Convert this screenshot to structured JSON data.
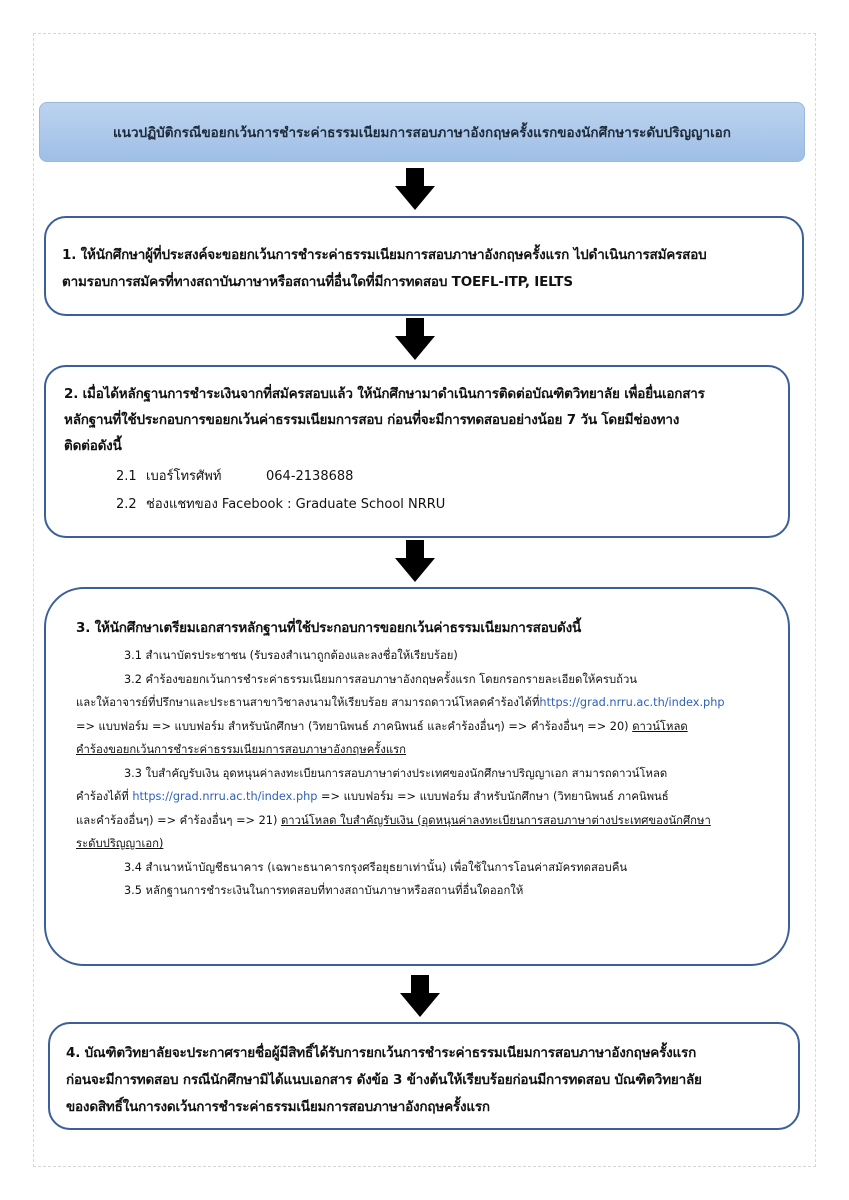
{
  "title": "แนวปฏิบัติกรณีขอยกเว้นการชำระค่าธรรมเนียมการสอบภาษาอังกฤษครั้งแรกของนักศึกษาระดับปริญญาเอก",
  "step1": {
    "line1": "1. ให้นักศึกษาผู้ที่ประสงค์จะขอยกเว้นการชำระค่าธรรมเนียมการสอบภาษาอังกฤษครั้งแรก ไปดำเนินการสมัครสอบ",
    "line2": "ตามรอบการสมัครที่ทางสถาบันภาษาหรือสถานที่อื่นใดที่มีการทดสอบ TOEFL-ITP, IELTS"
  },
  "step2": {
    "line1": "2. เมื่อได้หลักฐานการชำระเงินจากที่สมัครสอบแล้ว ให้นักศึกษามาดำเนินการติดต่อบัณฑิตวิทยาลัย เพื่อยื่นเอกสาร",
    "line2": "หลักฐานที่ใช้ประกอบการขอยกเว้นค่าธรรมเนียมการสอบ ก่อนที่จะมีการทดสอบอย่างน้อย 7 วัน โดยมีช่องทาง",
    "line3": "ติดต่อดังนี้",
    "contacts": {
      "phone_num": "2.1",
      "phone_label": "เบอร์โทรศัพท์",
      "phone_value": "064-2138688",
      "fb_num": "2.2",
      "fb_text": "ช่องแชทของ Facebook : Graduate School NRRU"
    }
  },
  "step3": {
    "head": "3. ให้นักศึกษาเตรียมเอกสารหลักฐานที่ใช้ประกอบการขอยกเว้นค่าธรรมเนียมการสอบดังนี้",
    "i31": "3.1  สำเนาบัตรประชาชน (รับรองสำเนาถูกต้องและลงชื่อให้เรียบร้อย)",
    "i32_a": "3.2  คำร้องขอยกเว้นการชำระค่าธรรมเนียมการสอบภาษาอังกฤษครั้งแรก โดยกรอกรายละเอียดให้ครบถ้วน",
    "i32_b": "และให้อาจารย์ที่ปรึกษาและประธานสาขาวิชาลงนามให้เรียบร้อย สามารถดาวน์โหลดคำร้องได้ที่ ",
    "i32_link": "https://grad.nrru.ac.th/index.php",
    "i32_c": "=> แบบฟอร์ม => แบบฟอร์ม สำหรับนักศึกษา (วิทยานิพนธ์ ภาคนิพนธ์ และคำร้องอื่นๆ) => คำร้องอื่นๆ => 20) ",
    "i32_u1": "ดาวน์โหลด",
    "i32_u2": "คำร้องขอยกเว้นการชำระค่าธรรมเนียมการสอบภาษาอังกฤษครั้งแรก",
    "i33_a": "3.3  ใบสำคัญรับเงิน อุดหนุนค่าลงทะเบียนการสอบภาษาต่างประเทศของนักศึกษาปริญญาเอก สามารถดาวน์โหลด",
    "i33_b": "คำร้องได้ที่ ",
    "i33_link": "https://grad.nrru.ac.th/index.php",
    "i33_c": " => แบบฟอร์ม => แบบฟอร์ม สำหรับนักศึกษา (วิทยานิพนธ์ ภาคนิพนธ์",
    "i33_d": "และคำร้องอื่นๆ) => คำร้องอื่นๆ => 21) ",
    "i33_u1": "ดาวน์โหลด ใบสำคัญรับเงิน (อุดหนุนค่าลงทะเบียนการสอบภาษาต่างประเทศของนักศึกษา",
    "i33_u2": "ระดับปริญญาเอก)",
    "i34": "3.4  สำเนาหน้าบัญชีธนาคาร (เฉพาะธนาคารกรุงศรีอยุธยาเท่านั้น) เพื่อใช้ในการโอนค่าสมัครทดสอบคืน",
    "i35": "3.5  หลักฐานการชำระเงินในการทดสอบที่ทางสถาบันภาษาหรือสถานที่อื่นใดออกให้"
  },
  "step4": {
    "line1": "4. บัณฑิตวิทยาลัยจะประกาศรายชื่อผู้มีสิทธิ์ได้รับการยกเว้นการชำระค่าธรรมเนียมการสอบภาษาอังกฤษครั้งแรก",
    "line2": "ก่อนจะมีการทดสอบ กรณีนักศึกษามิได้แนบเอกสาร ดังข้อ 3 ข้างต้นให้เรียบร้อยก่อนมีการทดสอบ บัณฑิตวิทยาลัย",
    "line3": "ของดสิทธิ์ในการงดเว้นการชำระค่าธรรมเนียมการสอบภาษาอังกฤษครั้งแรก"
  },
  "colors": {
    "box_border": "#3a5f9b",
    "title_bg": "#a9c6ea",
    "link": "#2f60b8",
    "arrow": "#000000"
  },
  "icons": [
    "arrow-down-icon"
  ]
}
